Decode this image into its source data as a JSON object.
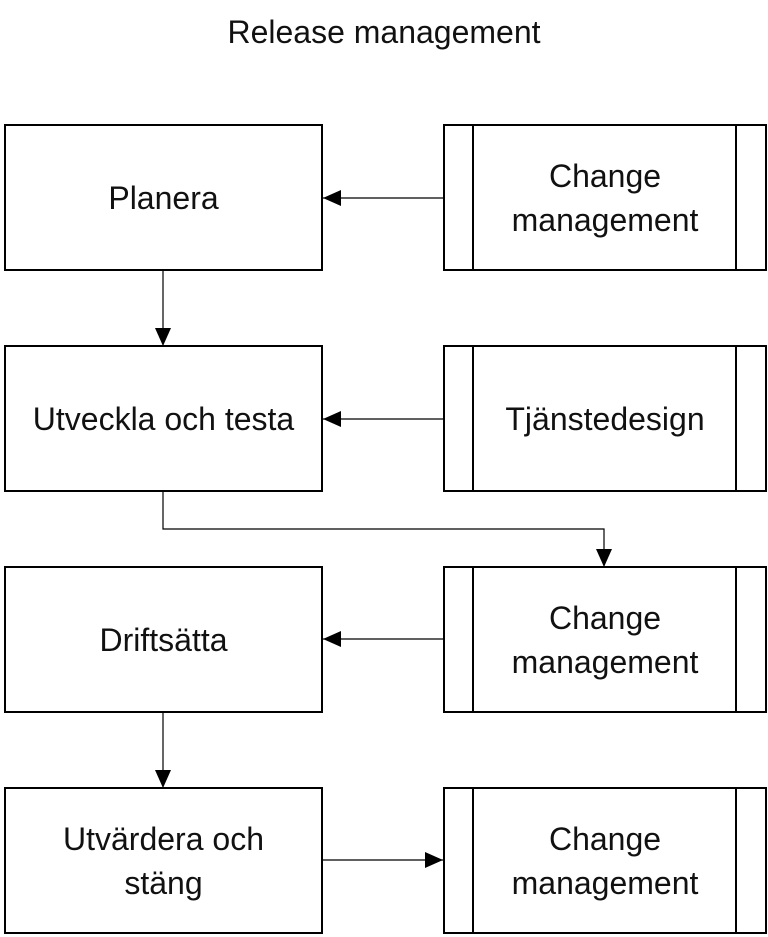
{
  "title": "Release management",
  "process_steps": [
    {
      "label": "Planera"
    },
    {
      "label": "Utveckla och testa"
    },
    {
      "label": "Driftsätta"
    },
    {
      "label": "Utvärdera och stäng"
    }
  ],
  "subprocesses": [
    {
      "label": "Change management"
    },
    {
      "label": "Tjänstedesign"
    },
    {
      "label": "Change management"
    },
    {
      "label": "Change management"
    }
  ]
}
